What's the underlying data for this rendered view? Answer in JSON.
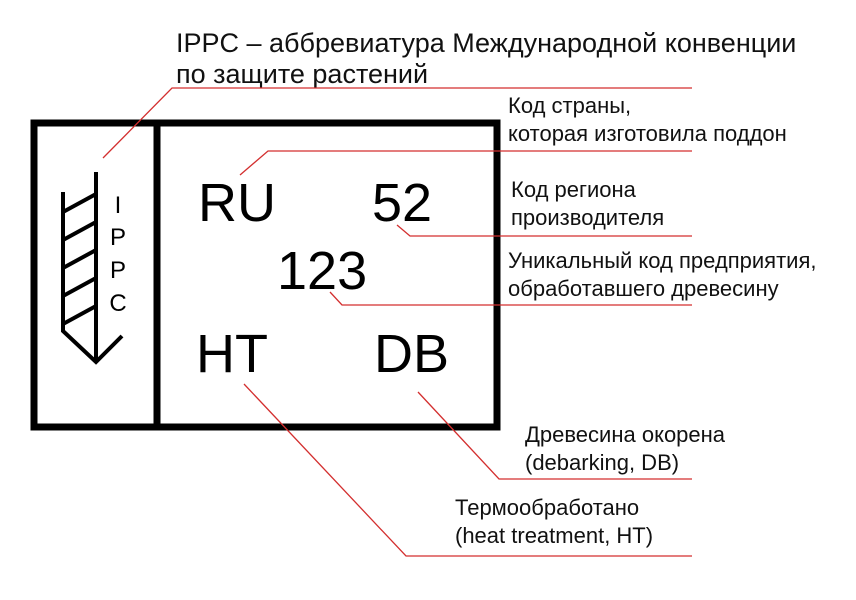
{
  "colors": {
    "frame": "#000000",
    "leader": "#d32f2f",
    "text": "#111111"
  },
  "title": {
    "line1": "IPPC – аббревиатура Международной конвенции",
    "line2": "по защите растений"
  },
  "stamp": {
    "ippc_letters": [
      "I",
      "P",
      "P",
      "C"
    ],
    "emblem_icon": "wheat-ear-icon",
    "country_code": "RU",
    "region_code": "52",
    "enterprise_code": "123",
    "treatment_code": "HT",
    "debark_code": "DB"
  },
  "callouts": {
    "country": {
      "line1": "Код страны,",
      "line2": "которая изготовила поддон"
    },
    "region": {
      "line1": "Код региона",
      "line2": "производителя"
    },
    "enterprise": {
      "line1": "Уникальный код предприятия,",
      "line2": "обработавшего древесину"
    },
    "debark": {
      "line1": "Древесина окорена",
      "line2": "(debarking, DB)"
    },
    "treatment": {
      "line1": "Термообработано",
      "line2": "(heat treatment, HT)"
    }
  }
}
